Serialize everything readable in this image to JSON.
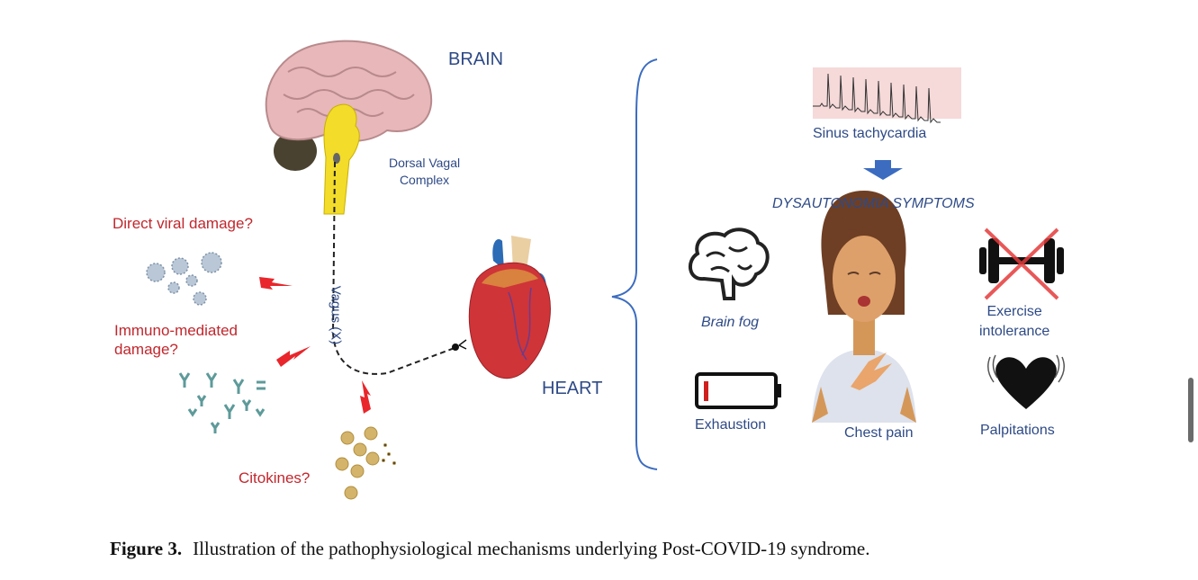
{
  "figure": {
    "left_panel": {
      "brain_label": "BRAIN",
      "dorsal_vagal_label_line1": "Dorsal Vagal",
      "dorsal_vagal_label_line2": "Complex",
      "vagus_label": "Vagus (X)",
      "heart_label": "HEART",
      "mechanisms": [
        {
          "label": "Direct viral damage?"
        },
        {
          "label_line1": "Immuno-mediated",
          "label_line2": "damage?"
        },
        {
          "label": "Citokines?"
        }
      ]
    },
    "right_panel": {
      "ecg_label": "Sinus tachycardia",
      "symptoms_title": "DYSAUTONOMIA SYMPTOMS",
      "symptoms": {
        "brain_fog": "Brain fog",
        "exercise_line1": "Exercise",
        "exercise_line2": "intolerance",
        "exhaustion": "Exhaustion",
        "chest_pain": "Chest pain",
        "palpitations": "Palpitations"
      }
    },
    "caption": {
      "number": "Figure 3.",
      "text": "Illustration of the pathophysiological mechanisms underlying Post-COVID-19 syndrome."
    }
  },
  "colors": {
    "label_blue": "#2e4a86",
    "label_red": "#c1272d",
    "arrow_blue": "#3b6cc0"
  }
}
